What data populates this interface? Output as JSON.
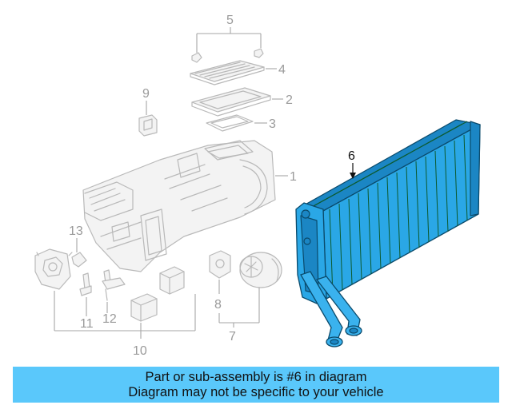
{
  "callouts": {
    "c1": "1",
    "c2": "2",
    "c3": "3",
    "c4": "4",
    "c5": "5",
    "c6": "6",
    "c7": "7",
    "c8": "8",
    "c9": "9",
    "c10": "10",
    "c11": "11",
    "c12": "12",
    "c13": "13"
  },
  "highlight_part": "6",
  "highlight_color": "#2aa7e6",
  "banner": {
    "line1": "Part or sub-assembly is #6 in diagram",
    "line2": "Diagram may not be specific to your vehicle",
    "color": "#5ac8fb"
  }
}
